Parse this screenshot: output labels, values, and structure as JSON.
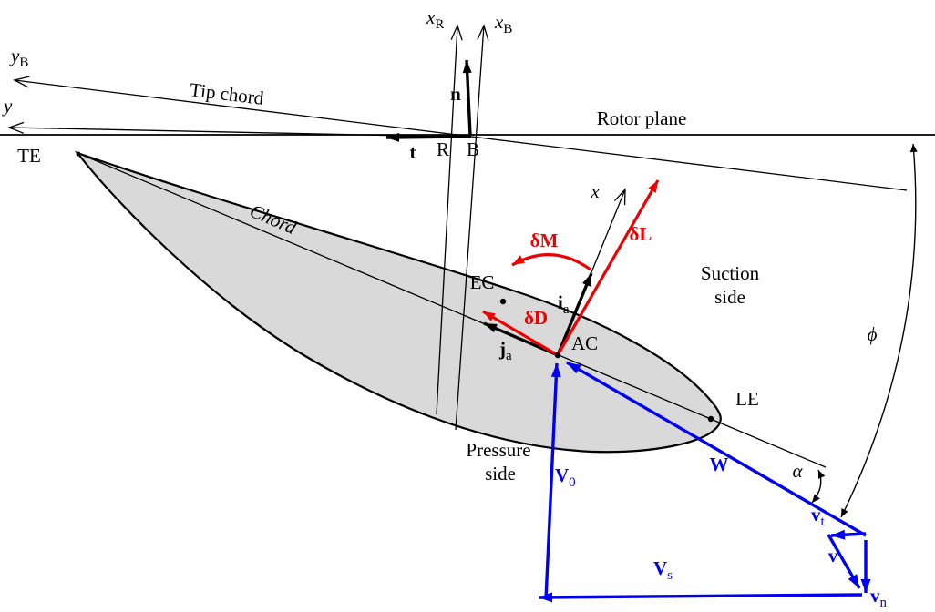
{
  "colors": {
    "red": "#ee0000",
    "blue": "#0000ee",
    "gray": "#d9d9d9",
    "line": "#000000",
    "background": "#ffffff"
  },
  "labels": {
    "rotor_plane": "Rotor plane",
    "tip_chord": "Tip chord",
    "chord": "Chord",
    "suction_line1": "Suction",
    "suction_line2": "side",
    "pressure_line1": "Pressure",
    "pressure_line2": "side",
    "te": "TE",
    "le": "LE",
    "ec": "EC",
    "ac": "AC",
    "r": "R",
    "b": "B",
    "n": "n",
    "t": "t",
    "x": "x",
    "y": "y",
    "phi": "ϕ",
    "alpha": "α",
    "w": "W",
    "v": "v",
    "delta_l": "δL",
    "delta_d": "δD",
    "delta_m": "δM"
  },
  "sub_labels": {
    "x_r": {
      "main": "x",
      "sub": "R"
    },
    "x_b": {
      "main": "x",
      "sub": "B"
    },
    "y_b": {
      "main": "y",
      "sub": "B"
    },
    "i_a": {
      "main": "i",
      "sub": "a"
    },
    "j_a": {
      "main": "j",
      "sub": "a"
    },
    "v_0": {
      "main": "V",
      "sub": "0"
    },
    "v_s": {
      "main": "V",
      "sub": "s"
    },
    "v_t": {
      "main": "v",
      "sub": "t"
    },
    "v_n": {
      "main": "v",
      "sub": "n"
    }
  }
}
